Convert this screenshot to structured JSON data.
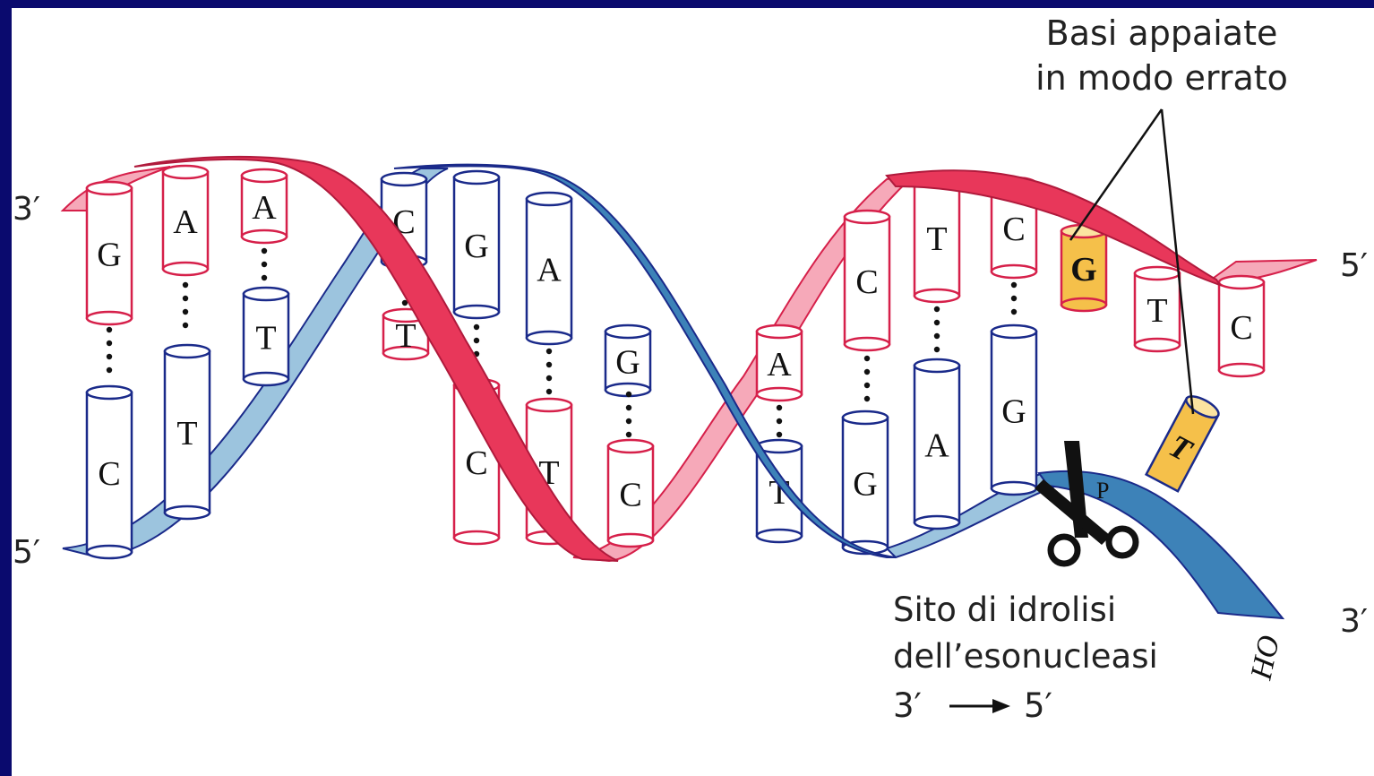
{
  "labels": {
    "mismatch_line1": "Basi appaiate",
    "mismatch_line2": "in modo errato",
    "hydrolysis_line1": "Sito di idrolisi",
    "hydrolysis_line2": "dell’esonucleasi",
    "direction_from": "3′",
    "direction_to": "5′",
    "phosphate": "P",
    "hydroxyl": "HO"
  },
  "strand_ends": {
    "top_left": "3′",
    "bottom_left": "5′",
    "top_right": "5′",
    "bottom_right": "3′"
  },
  "bases_red": [
    "G",
    "A",
    "A",
    "T",
    "C",
    "T",
    "C",
    "A",
    "C",
    "T",
    "C",
    "G",
    "T",
    "C"
  ],
  "bases_blue": [
    "C",
    "T",
    "T",
    "C",
    "G",
    "A",
    "G",
    "T",
    "G",
    "A",
    "G",
    "T"
  ],
  "colors": {
    "frame": "#0a0a6e",
    "red_strand": "#e8375a",
    "red_strand_back": "#f6a9b9",
    "blue_strand": "#3d82b8",
    "blue_strand_back": "#9cc4de",
    "red_outline": "#d6204a",
    "blue_outline": "#1a2a8a",
    "mismatch_fill": "#f5c04a"
  }
}
